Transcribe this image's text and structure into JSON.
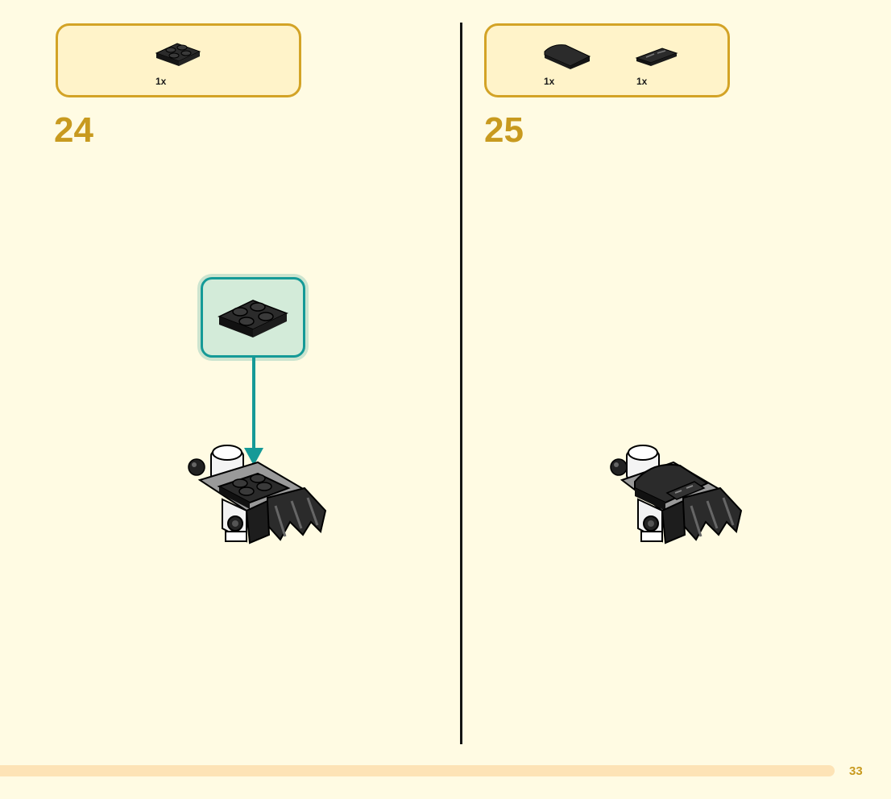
{
  "steps": [
    {
      "number": "24",
      "parts": [
        {
          "icon": "plate-2x2-black-icon",
          "quantity": "1x"
        }
      ]
    },
    {
      "number": "25",
      "parts": [
        {
          "icon": "curved-slope-black-icon",
          "quantity": "1x"
        },
        {
          "icon": "tile-1x2-grille-black-icon",
          "quantity": "1x"
        }
      ]
    }
  ],
  "page_number": "33",
  "colors": {
    "accent_gold": "#c89a1f",
    "parts_box_border": "#d3a326",
    "callout_teal": "#159a97",
    "background": "#fffbe3"
  }
}
